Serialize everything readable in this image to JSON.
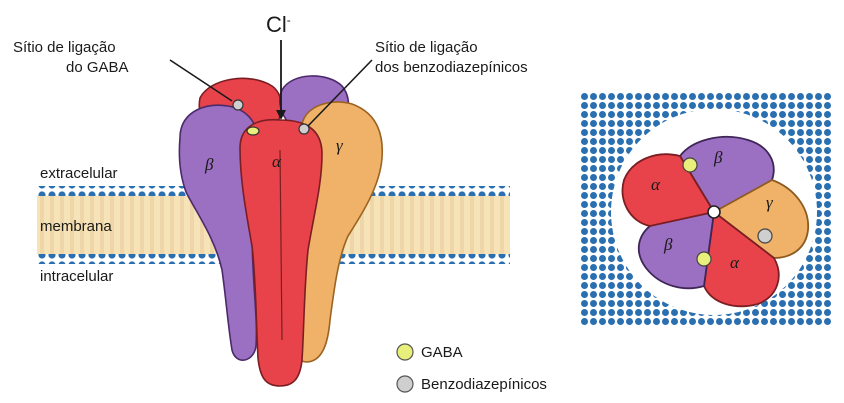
{
  "labels": {
    "ion": "Cl",
    "ion_charge": "-",
    "gaba_site_line1": "Sítio de ligação",
    "gaba_site_line2": "do GABA",
    "benzo_site_line1": "Sítio de ligação",
    "benzo_site_line2": "dos benzodiazepínicos",
    "extracellular": "extracelular",
    "membrane": "membrana",
    "intracellular": "intracelular"
  },
  "subunits": {
    "alpha": "α",
    "beta": "β",
    "gamma": "γ"
  },
  "legend": [
    {
      "label": "GABA",
      "color": "#e8ef7a"
    },
    {
      "label": "Benzodiazepínicos",
      "color": "#cfcfcf"
    }
  ],
  "colors": {
    "alpha": "#e8434a",
    "beta": "#9b6fc2",
    "gamma": "#f0b268",
    "lipid_head": "#2a6fb0",
    "membrane_core": "#f7e3b8",
    "gaba_site": "#e8ef7a",
    "benzo_site": "#cfcfcf"
  }
}
